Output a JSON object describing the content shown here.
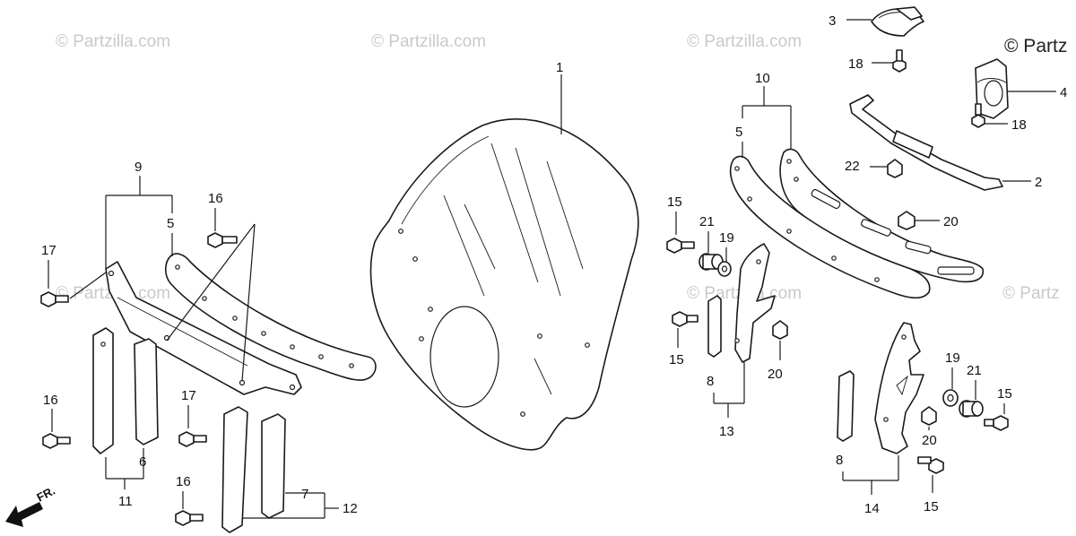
{
  "watermarks": {
    "faint": "© Partzilla.com",
    "corner": "© Partz",
    "right_edge": "© Partz"
  },
  "direction": "FR.",
  "callouts": {
    "c1": "1",
    "c2": "2",
    "c3": "3",
    "c4": "4",
    "c5a": "5",
    "c5b": "5",
    "c6": "6",
    "c7": "7",
    "c8a": "8",
    "c8b": "8",
    "c9": "9",
    "c10": "10",
    "c11": "11",
    "c12": "12",
    "c13": "13",
    "c14": "14",
    "c15a": "15",
    "c15b": "15",
    "c15c": "15",
    "c15d": "15",
    "c16a": "16",
    "c16b": "16",
    "c16c": "16",
    "c17a": "17",
    "c17b": "17",
    "c18a": "18",
    "c18b": "18",
    "c19a": "19",
    "c19b": "19",
    "c20a": "20",
    "c20b": "20",
    "c20c": "20",
    "c21a": "21",
    "c21b": "21",
    "c22": "22"
  }
}
